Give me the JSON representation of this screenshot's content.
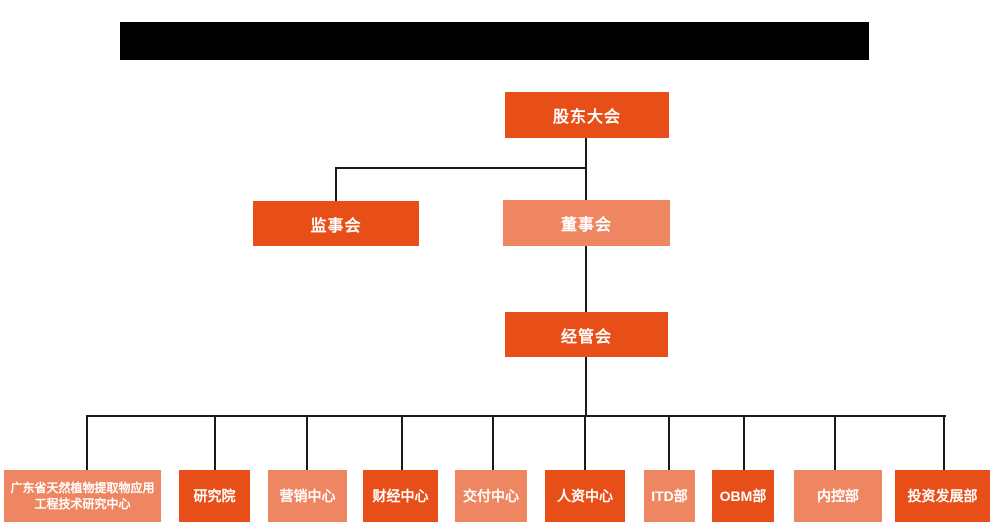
{
  "colors": {
    "primary_orange": "#E84E17",
    "secondary_salmon": "#EE8761",
    "connector_line": "#1A1A1A",
    "redacted_bar": "#000000",
    "box_text": "#FFFFFF"
  },
  "org_chart": {
    "nodes": {
      "shareholders_meeting": {
        "label": "股东大会"
      },
      "supervisory_board": {
        "label": "监事会"
      },
      "board_of_directors": {
        "label": "董事会"
      },
      "management_committee": {
        "label": "经管会"
      }
    },
    "departments": [
      {
        "label": "广东省天然植物提取物应用工程技术研究中心"
      },
      {
        "label": "研究院"
      },
      {
        "label": "营销中心"
      },
      {
        "label": "财经中心"
      },
      {
        "label": "交付中心"
      },
      {
        "label": "人资中心"
      },
      {
        "label": "ITD部"
      },
      {
        "label": "OBM部"
      },
      {
        "label": "内控部"
      },
      {
        "label": "投资发展部"
      }
    ]
  }
}
